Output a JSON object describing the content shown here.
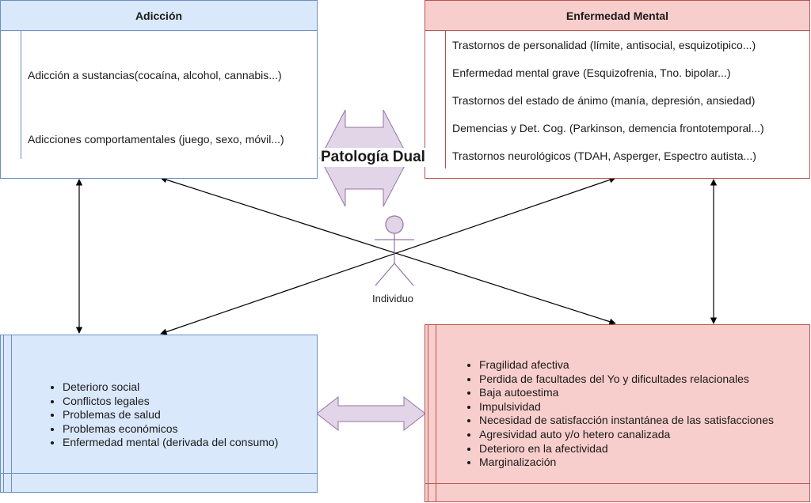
{
  "addiction": {
    "title": "Adicción",
    "items": [
      "Adicción a sustancias(cocaína, alcohol, cannabis...)",
      "Adicciones comportamentales (juego, sexo, móvil...)"
    ]
  },
  "mental_illness": {
    "title": "Enfermedad Mental",
    "items": [
      "Trastornos de personalidad (límite, antisocial, esquizotipico...)",
      "Enfermedad mental grave (Esquizofrenia, Tno. bipolar...)",
      "Trastornos del estado de ánimo (manía, depresión, ansiedad)",
      "Demencias y Det. Cog. (Parkinson, demencia frontotemporal...)",
      "Trastornos neurológicos (TDAH, Asperger, Espectro autista...)"
    ]
  },
  "dual_pathology": {
    "label": "Patología Dual"
  },
  "actor": {
    "label": "Individuo"
  },
  "consequences": {
    "items": [
      "Deterioro social",
      "Conflictos legales",
      "Problemas de salud",
      "Problemas económicos",
      "Enfermedad mental (derivada del consumo)"
    ]
  },
  "traits": {
    "items": [
      "Fragilidad afectiva",
      "Perdida de facultades del Yo y dificultades relacionales",
      "Baja autoestima",
      "Impulsividad",
      "Necesidad de satisfacción instantánea de las satisfacciones",
      "Agresividad auto y/o hetero canalizada",
      "Deterioro en la afectividad",
      "Marginalización"
    ]
  },
  "colors": {
    "blue_fill": "#dae8fc",
    "blue_stroke": "#6c8ebf",
    "red_fill": "#f8cecc",
    "red_stroke": "#b85450",
    "purple_fill": "#e1d5e7",
    "purple_stroke": "#9673a6"
  }
}
